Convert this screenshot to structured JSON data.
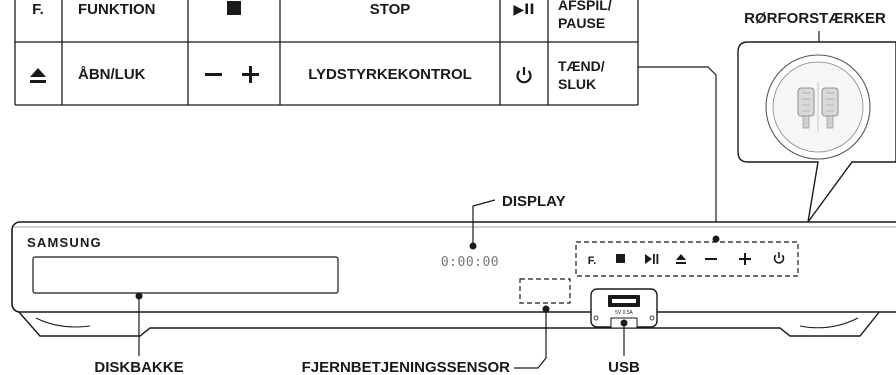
{
  "legend_table": {
    "rows": [
      {
        "sym1": "F.",
        "label1": "FUNKTION",
        "label2": "STOP",
        "sym3": "▶II",
        "label3_line1": "AFSPIL/",
        "label3_line2": "PAUSE"
      },
      {
        "sym1": "⏏",
        "label1": "ÅBN/LUK",
        "label2": "LYDSTYRKEKONTROL",
        "label3_line1": "TÆND/",
        "label3_line2": "SLUK"
      }
    ]
  },
  "callouts": {
    "rorforstaerker": "RØRFORSTÆRKER",
    "display": "DISPLAY",
    "diskbakke": "DISKBAKKE",
    "fjernbetjeningssensor": "FJERNBETJENINGSSENSOR",
    "usb": "USB"
  },
  "device": {
    "brand": "SAMSUNG",
    "display_readout": "0:00:00",
    "usb_port_label": "5V 0.5A",
    "panel_buttons": {
      "function": "F."
    }
  },
  "icons": [
    "function-icon",
    "stop-icon",
    "play-pause-icon",
    "eject-icon",
    "volume-down-icon",
    "volume-up-icon",
    "power-icon"
  ]
}
